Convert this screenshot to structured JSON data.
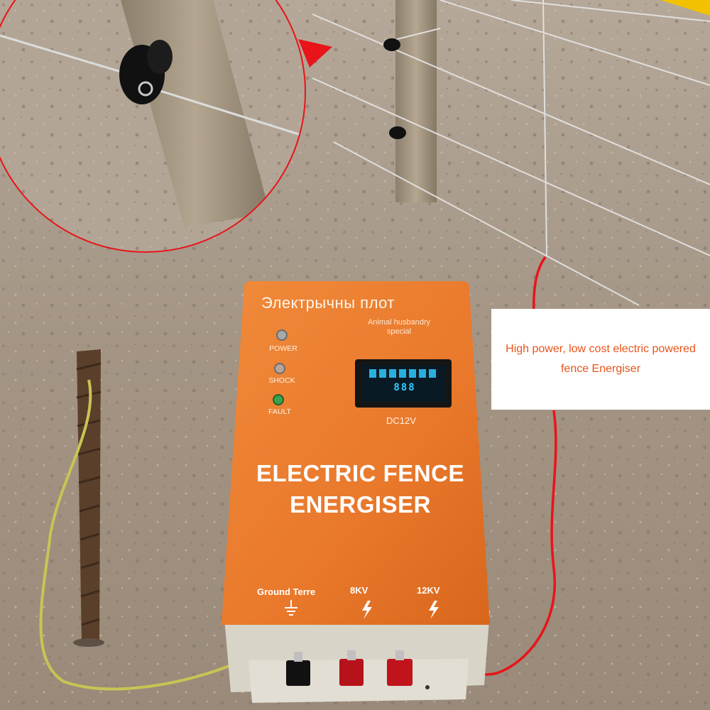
{
  "device": {
    "brand_label": "Электрычны плот",
    "special_line1": "Animal husbandry",
    "special_line2": "special",
    "indicators": [
      {
        "label": "POWER"
      },
      {
        "label": "SHOCK"
      },
      {
        "label": "FAULT"
      }
    ],
    "display_digits": "888",
    "voltage_label": "DC12V",
    "title_line1": "ELECTRIC FENCE",
    "title_line2": "ENERGISER",
    "terminals": [
      {
        "label": "Ground Terre"
      },
      {
        "label": "8KV"
      },
      {
        "label": "12KV"
      }
    ]
  },
  "caption": {
    "text": "High power, low cost electric powered fence Energiser"
  },
  "colors": {
    "device_orange": "#e8782a",
    "caption_text": "#e8541a",
    "wire_red": "#e8141a",
    "soil": "#a89a8c"
  }
}
